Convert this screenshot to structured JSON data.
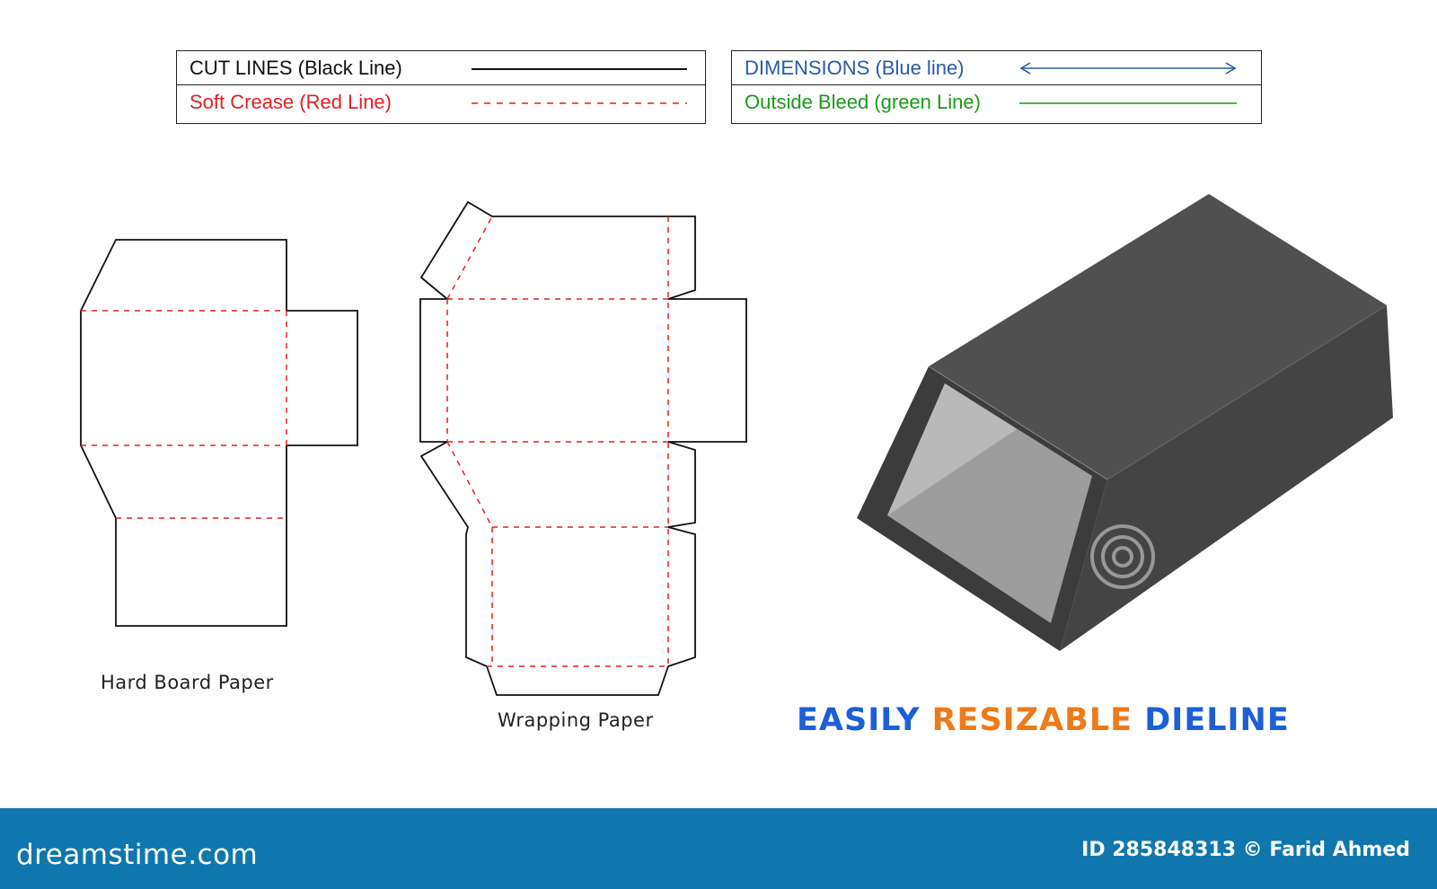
{
  "legend": {
    "cut_lines": {
      "label": "CUT LINES (Black Line)",
      "color": "#111111"
    },
    "soft_crease": {
      "label": "Soft Crease (Red Line)",
      "color": "#e32020"
    },
    "dimensions": {
      "label": "DIMENSIONS (Blue line)",
      "color": "#2a5aa8"
    },
    "outside_bleed": {
      "label": "Outside Bleed (green Line)",
      "color": "#1a9a1a"
    }
  },
  "dielines": {
    "hard_board": {
      "caption": "Hard Board Paper"
    },
    "wrapping": {
      "caption": "Wrapping Paper"
    }
  },
  "box_render": {
    "body_color": "#4a4a4a",
    "window_color": "#9a9a9a",
    "watermark": "dreamstime"
  },
  "headline": {
    "part1": "EASILY",
    "part1_color": "#1d5fd6",
    "part2": "RESIZABLE",
    "part2_color": "#ee7a1b",
    "part3": "DIELINE",
    "part3_color": "#1d5fd6"
  },
  "footer": {
    "background": "#0f77ad",
    "logo": "dreamstime.com",
    "credit": "ID 285848313 © Farid Ahmed"
  }
}
